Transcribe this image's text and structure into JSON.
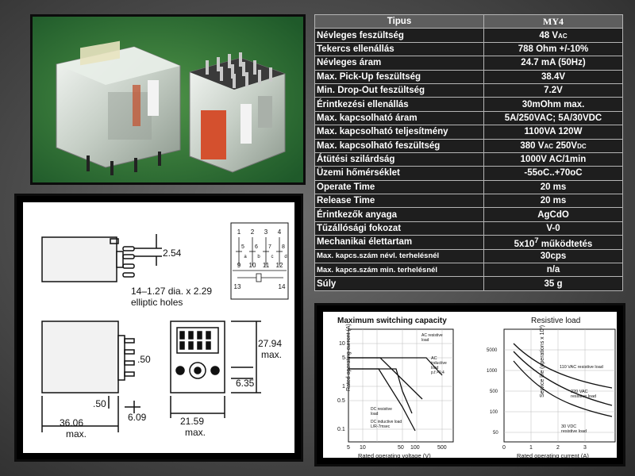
{
  "spec_table": {
    "rows": [
      {
        "label": "Tipus",
        "value": "MY4"
      },
      {
        "label": "Névleges feszültség",
        "value": "48 V",
        "value_suffix": "AC"
      },
      {
        "label": "Tekercs ellenállás",
        "value": "788 Ohm +/-10%"
      },
      {
        "label": "Névleges áram",
        "value": "24.7 mA (50Hz)"
      },
      {
        "label": "Max. Pick-Up feszültség",
        "value": "38.4V"
      },
      {
        "label": "Min. Drop-Out feszültség",
        "value": "7.2V"
      },
      {
        "label": "Érintkezési ellenállás",
        "value": "30mOhm max."
      },
      {
        "label": "Max. kapcsolható áram",
        "value": "5A/250VAC; 5A/30VDC"
      },
      {
        "label": "Max. kapcsolható teljesítmény",
        "value": "1100VA 120W"
      },
      {
        "label": "Max. kapcsolható feszültség",
        "value": "380 V",
        "value_mid_sub": "AC",
        "value_mid": " 250V",
        "value_suffix": "DC"
      },
      {
        "label": "Átütési szilárdság",
        "value": "1000V AC/1min"
      },
      {
        "label": "Üzemi hőmérséklet",
        "value": "-55oC..+70oC"
      },
      {
        "label": "Operate Time",
        "value": "20 ms"
      },
      {
        "label": "Release Time",
        "value": "20 ms"
      },
      {
        "label": "Érintkezők anyaga",
        "value": "AgCdO"
      },
      {
        "label": "Tűzállósági fokozat",
        "value": "V-0"
      },
      {
        "label": "Mechanikai élettartam",
        "value": "5x10",
        "value_sup": "7",
        "value_tail": " működtetés"
      },
      {
        "label": "Max. kapcs.szám névl. terhelésnél",
        "value": "30cps",
        "small": true
      },
      {
        "label": "Max. kapcs.szám min. terhelésnél",
        "value": "n/a",
        "small": true
      },
      {
        "label": "Súly",
        "value": "35 g"
      }
    ]
  },
  "drawing": {
    "dim_254": "2.54",
    "holes_line1": "14–1.27 dia. x 2.29",
    "holes_line2": "elliptic holes",
    "dim_50a": ".50",
    "dim_2794": "27.94",
    "max_a": "max.",
    "dim_635": "6.35",
    "dim_50b": ".50",
    "dim_3606": "36.06",
    "max_b": "max.",
    "dim_609": "6.09",
    "dim_2159": "21.59",
    "max_c": "max.",
    "pin_top": [
      "1",
      "2",
      "3",
      "4"
    ],
    "pin_mid": [
      "5",
      "6",
      "7",
      "8"
    ],
    "pin_bot": [
      "9",
      "10",
      "11",
      "12"
    ],
    "pin_coil": [
      "13",
      "14"
    ],
    "contact_labels": [
      "a",
      "b",
      "c",
      "d"
    ]
  },
  "charts": {
    "left_title": "Maximum switching capacity",
    "left_ylabel": "Rated operating current (A)",
    "left_xlabel": "Rated operating voltage (V)",
    "left_yticks": [
      "10",
      "5",
      "1",
      "0.5",
      "0.1"
    ],
    "left_xticks": [
      "5",
      "10",
      "50",
      "100",
      "500"
    ],
    "ann_ac_res_1": "AC resistive",
    "ann_ac_res_2": "load",
    "ann_ac_ind_1": "AC",
    "ann_ac_ind_2": "inductive",
    "ann_ac_ind_3": "load",
    "ann_ac_ind_4": "p.f.=0.4",
    "ann_dc_res_1": "DC resistive",
    "ann_dc_res_2": "load",
    "ann_dc_ind_1": "DC inductive load",
    "ann_dc_ind_2": "L/R-7msec",
    "right_title": "Resistive load",
    "right_ylabel": "Service life (operations x 10³)",
    "right_xlabel": "Rated operating current (A)",
    "right_yticks": [
      "5000",
      "1000",
      "500",
      "100",
      "50"
    ],
    "right_xticks": [
      "0",
      "1",
      "2",
      "3"
    ],
    "ann_110": "110 VAC resistive load",
    "ann_220_1": "220 VAC",
    "ann_220_2": "resistive load",
    "ann_30_1": "30 VDC",
    "ann_30_2": "resistive load"
  }
}
